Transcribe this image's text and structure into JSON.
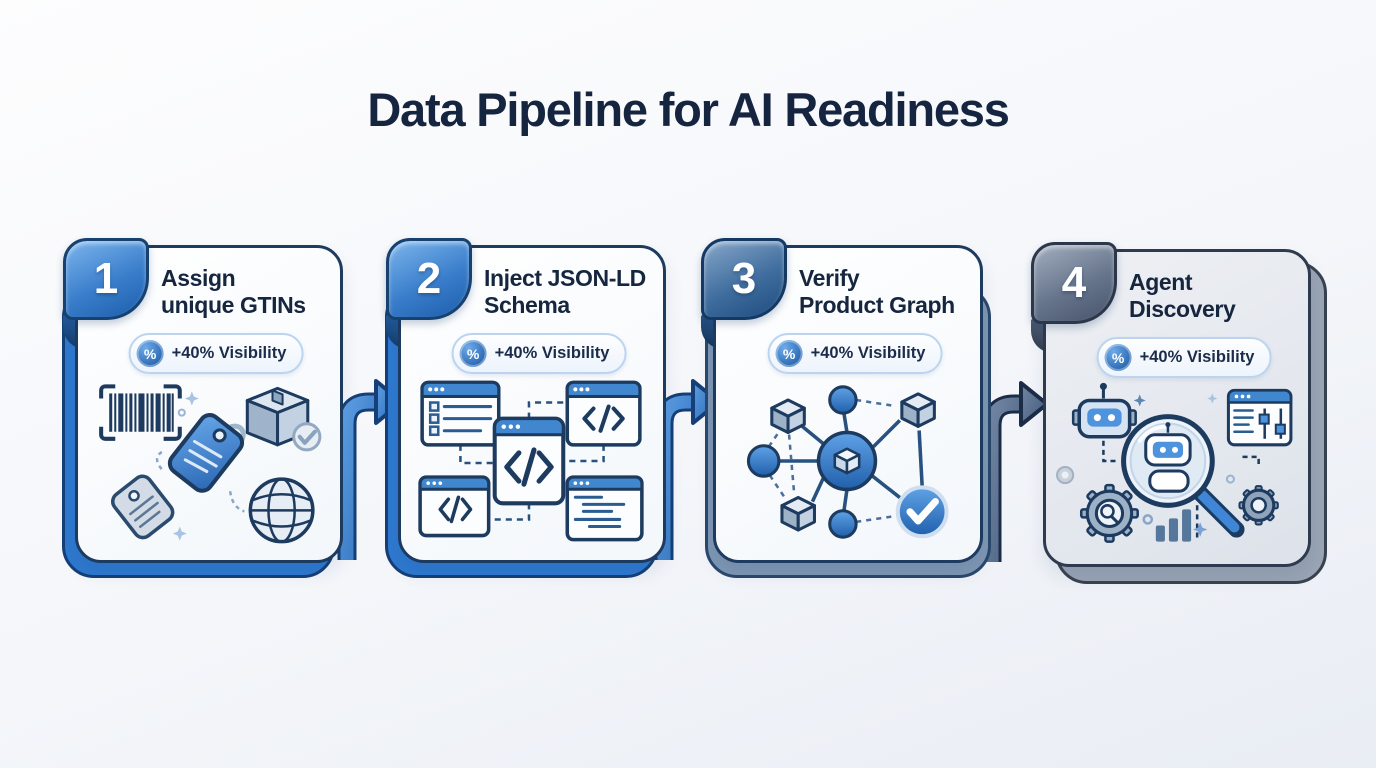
{
  "title": "Data Pipeline for AI Readiness",
  "badge_icon_glyph": "%",
  "code_glyph": "</>",
  "colors": {
    "title_text": "#15243f",
    "card_border_navy": "#1d3a5f",
    "accent_blue": "#2e79d0",
    "steel_blue": "#7e97b4",
    "slate_gray": "#9aa5b5",
    "badge_border": "#bcd4ef",
    "badge_background": "#edf4fc",
    "seal_blue": "#2563ad"
  },
  "steps": [
    {
      "number": "1",
      "title_line1": "Assign",
      "title_line2": "unique GTINs",
      "badge_label": "+40% Visibility",
      "theme": "blue",
      "icons": [
        "barcode-icon",
        "blue-price-tag-icon",
        "gray-price-tag-icon",
        "package-check-icon",
        "globe-icon",
        "sparkle-icon"
      ]
    },
    {
      "number": "2",
      "title_line1": "Inject JSON-LD",
      "title_line2": "Schema",
      "badge_label": "+40% Visibility",
      "theme": "blue",
      "icons": [
        "list-window-icon",
        "code-window-icon",
        "center-code-window-icon",
        "small-code-window-icon",
        "text-window-icon",
        "dashed-connector"
      ]
    },
    {
      "number": "3",
      "title_line1": "Verify",
      "title_line2": "Product Graph",
      "badge_label": "+40% Visibility",
      "theme": "steel",
      "icons": [
        "product-graph-icon",
        "cube-node-icon",
        "circle-node-icon",
        "check-circle-icon"
      ]
    },
    {
      "number": "4",
      "title_line1": "Agent",
      "title_line2": "Discovery",
      "badge_label": "+40% Visibility",
      "theme": "slate",
      "icons": [
        "robot-head-icon",
        "magnifier-robot-icon",
        "settings-window-icon",
        "gear-search-icon",
        "gear-icon",
        "bar-chart-icon",
        "sparkle-icon"
      ]
    }
  ],
  "connectors": [
    {
      "from": "1",
      "to": "2",
      "type": "arrow-right",
      "color": "blue"
    },
    {
      "from": "2",
      "to": "3",
      "type": "arrow-right",
      "color": "blue"
    },
    {
      "from": "3",
      "to": "4",
      "type": "arrow-right",
      "color": "slate"
    }
  ]
}
